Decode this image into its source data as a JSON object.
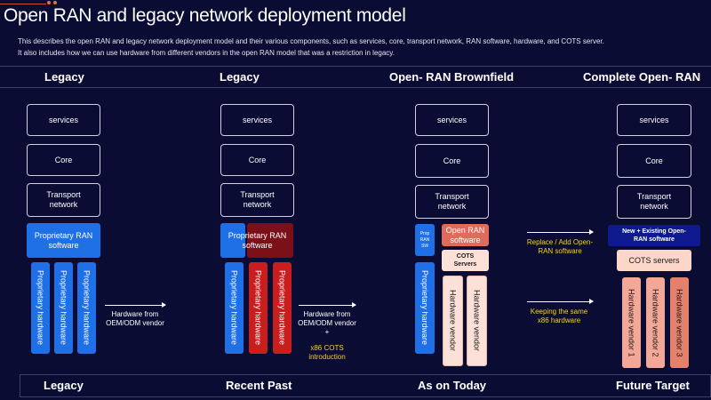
{
  "title": "Open RAN and legacy network deployment model",
  "description": [
    "This describes the open RAN and legacy network deployment model and their various components, such as services, core, transport network, RAN software, hardware, and COTS server.",
    "It also includes how we can use hardware from different vendors in the open RAN model that was a restriction in legacy."
  ],
  "headers": [
    "Legacy",
    "Legacy",
    "Open- RAN Brownfield",
    "Complete Open- RAN"
  ],
  "footers": [
    "Legacy",
    "Recent Past",
    "As on Today",
    "Future Target"
  ],
  "stack": {
    "services": "services",
    "core": "Core",
    "transport": "Transport network"
  },
  "col1": {
    "ran_software": "Proprietary RAN software",
    "hardware": [
      "Proprietary hardware",
      "Proprietary hardware",
      "Proprietary hardware"
    ],
    "arrow_label": "Hardware from OEM/ODM vendor"
  },
  "col2": {
    "ran_software": "Proprietary RAN software",
    "hardware": [
      "Proprietary hardware",
      "Proprietary hardware",
      "Proprietary hardware"
    ],
    "arrow_label": "Hardware from OEM/ODM vendor",
    "plus": "+",
    "cots_note": "x86 COTS introduction"
  },
  "col3": {
    "prop_ran_sw": "Prop RAN SW",
    "open_ran_sw": "Open RAN software",
    "cots": "COTS Servers",
    "prop_hardware": "Proprietary hardware",
    "vendor_hw": [
      "Hardware vendor",
      "Hardware vendor"
    ],
    "note_top": "Replace / Add Open-RAN software",
    "note_bottom": "Keeping the same x86 hardware"
  },
  "col4": {
    "open_ran_sw": "New + Existing Open-RAN software",
    "cots": "COTS servers",
    "vendor_hw": [
      "Hardware vendor 1",
      "Hardware vendor 2",
      "Hardware vendor 3"
    ]
  },
  "colors": {
    "background": "#0b0c33",
    "blue": "#1f6fe6",
    "red": "#c81e1e",
    "yellow_note": "#f5d320",
    "accent": "#e2703e"
  }
}
